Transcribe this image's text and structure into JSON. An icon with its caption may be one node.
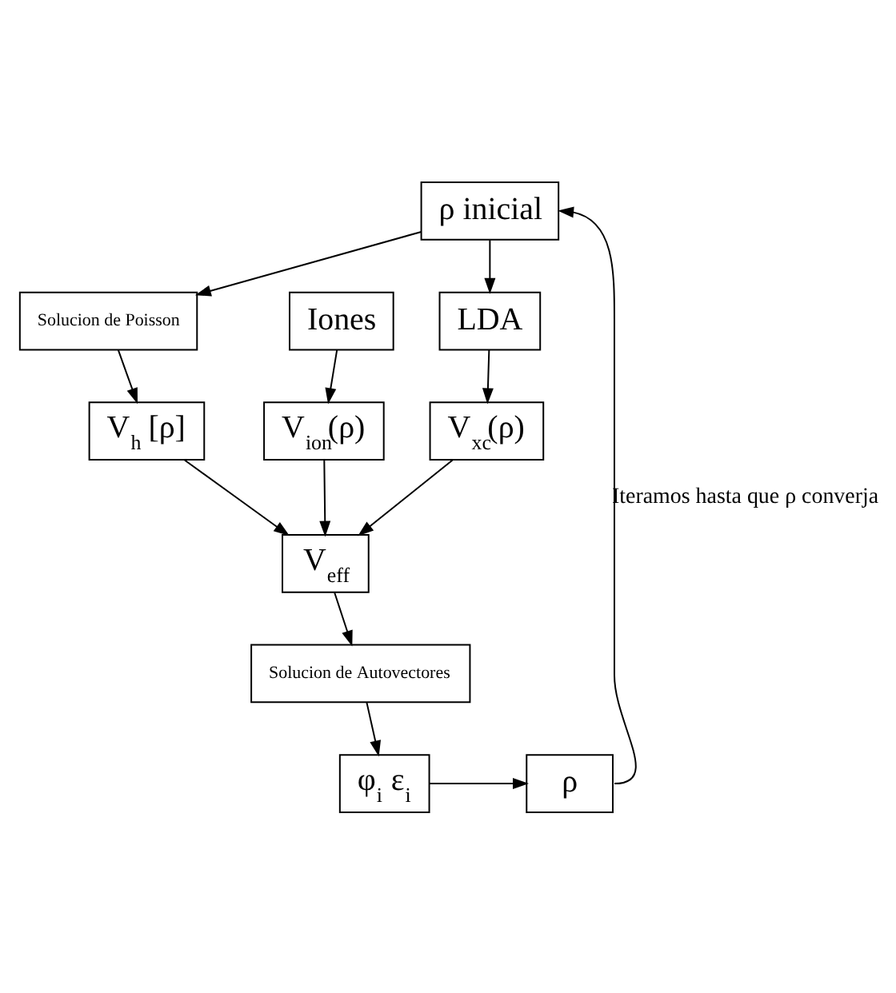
{
  "diagram": {
    "nodes": [
      {
        "text": [
          "ρ inicial"
        ]
      },
      {
        "text": [
          "Iones"
        ]
      },
      {
        "text": [
          "Solucion de Poisson"
        ]
      },
      {
        "text": [
          "LDA"
        ]
      },
      {
        "text": [
          "V$_{ion}$(ρ)"
        ]
      },
      {
        "text": [
          "V$_{h}$ [ρ]"
        ]
      },
      {
        "text": [
          "V$_{xc}$(ρ)"
        ]
      },
      {
        "text": [
          "V$_{eff}$"
        ]
      },
      {
        "text": [
          "Solucion de Autovectores"
        ]
      },
      {
        "text": [
          "φ$_{i}$ ε$_{i}$"
        ]
      },
      {
        "text": [
          "ρ"
        ]
      }
    ],
    "edges": [
      {
        "from": 0,
        "to": 2,
        "arrow": "to"
      },
      {
        "from": 0,
        "to": 3,
        "arrow": "to"
      },
      {
        "from": 1,
        "to": 4,
        "arrow": "to"
      },
      {
        "from": 2,
        "to": 5,
        "arrow": "to"
      },
      {
        "from": 3,
        "to": 6,
        "arrow": "to"
      },
      {
        "from": 4,
        "to": 7,
        "arrow": "to"
      },
      {
        "from": 5,
        "to": 7,
        "arrow": "to"
      },
      {
        "from": 6,
        "to": 7,
        "arrow": "to"
      },
      {
        "from": 7,
        "to": 8,
        "arrow": "to"
      },
      {
        "from": 8,
        "to": 9,
        "arrow": "to"
      },
      {
        "from": 9,
        "to": 10,
        "arrow": "to"
      },
      {
        "from": 10,
        "to": 0,
        "arrow": "to",
        "label": "Iteramos hasta que ρ converja"
      }
    ]
  }
}
